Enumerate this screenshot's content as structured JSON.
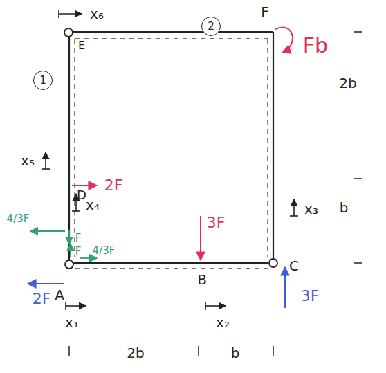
{
  "diagram": {
    "nodes": [
      {
        "text": [
          "1"
        ]
      },
      {
        "text": [
          "2"
        ]
      }
    ],
    "labels": [
      "x₆",
      "F",
      "Fb",
      "2b",
      "x₅",
      "D",
      "2F",
      "E",
      "4/3F",
      "F",
      "x₄",
      "F",
      "4/3F",
      "3F",
      "b",
      "x₃",
      "2F",
      "A",
      "B",
      "C",
      "3F",
      "x₁",
      "x₂",
      "2b",
      "b"
    ]
  }
}
